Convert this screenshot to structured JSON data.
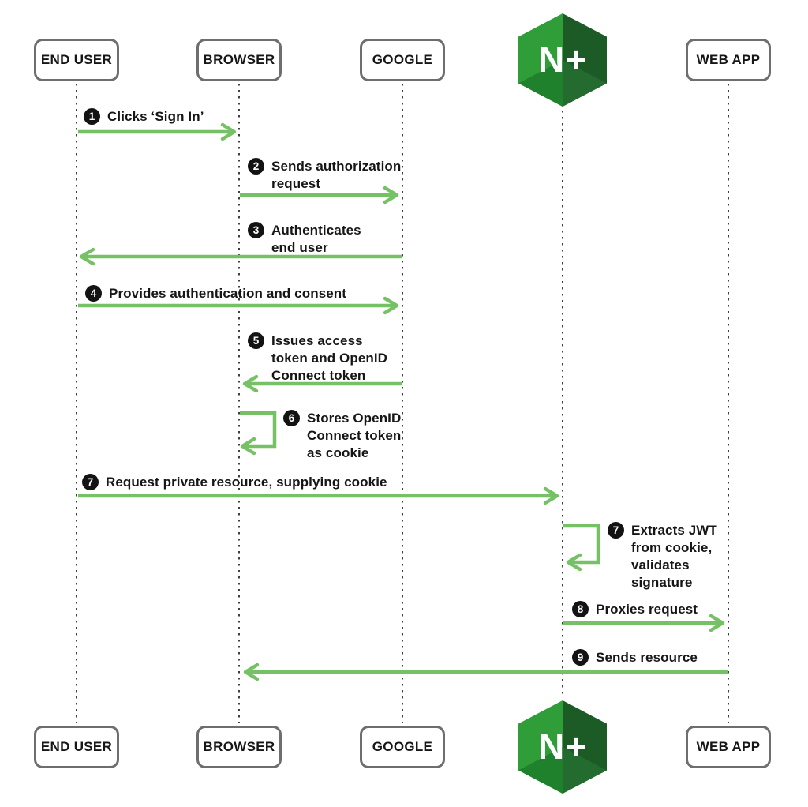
{
  "diagram_type": "sequence-diagram",
  "colors": {
    "arrow_green": "#76c166",
    "nginx_bright_green": "#2f9e38",
    "nginx_wedge_green": "#20812c",
    "nginx_dark_green": "#1d5b26",
    "nginx_lower_right_green": "#236b2e",
    "box_border_gray": "#6e6e6e",
    "badge_black": "#131313",
    "text_black": "#161616"
  },
  "actors": [
    {
      "id": "end-user",
      "label": "END USER"
    },
    {
      "id": "browser",
      "label": "BROWSER"
    },
    {
      "id": "google",
      "label": "GOOGLE"
    },
    {
      "id": "nginx-plus",
      "label": "N+",
      "icon": "nginx-plus-logo"
    },
    {
      "id": "web-app",
      "label": "WEB APP"
    }
  ],
  "messages": [
    {
      "num": "1",
      "text": "Clicks ‘Sign In’",
      "from": "end-user",
      "to": "browser"
    },
    {
      "num": "2",
      "text": "Sends authorization\nrequest",
      "from": "browser",
      "to": "google"
    },
    {
      "num": "3",
      "text": "Authenticates\nend user",
      "from": "google",
      "to": "end-user"
    },
    {
      "num": "4",
      "text": "Provides authentication and consent",
      "from": "end-user",
      "to": "google"
    },
    {
      "num": "5",
      "text": "Issues access\ntoken and OpenID\nConnect token",
      "from": "google",
      "to": "browser"
    },
    {
      "num": "6",
      "text": "Stores OpenID\nConnect token\nas cookie",
      "from": "browser",
      "to": "browser"
    },
    {
      "num": "7",
      "text": "Request private resource, supplying cookie",
      "from": "end-user",
      "to": "nginx-plus"
    },
    {
      "num": "7",
      "text": "Extracts JWT\nfrom cookie,\nvalidates\nsignature",
      "from": "nginx-plus",
      "to": "nginx-plus"
    },
    {
      "num": "8",
      "text": "Proxies request",
      "from": "nginx-plus",
      "to": "web-app"
    },
    {
      "num": "9",
      "text": "Sends resource",
      "from": "web-app",
      "to": "browser"
    }
  ]
}
